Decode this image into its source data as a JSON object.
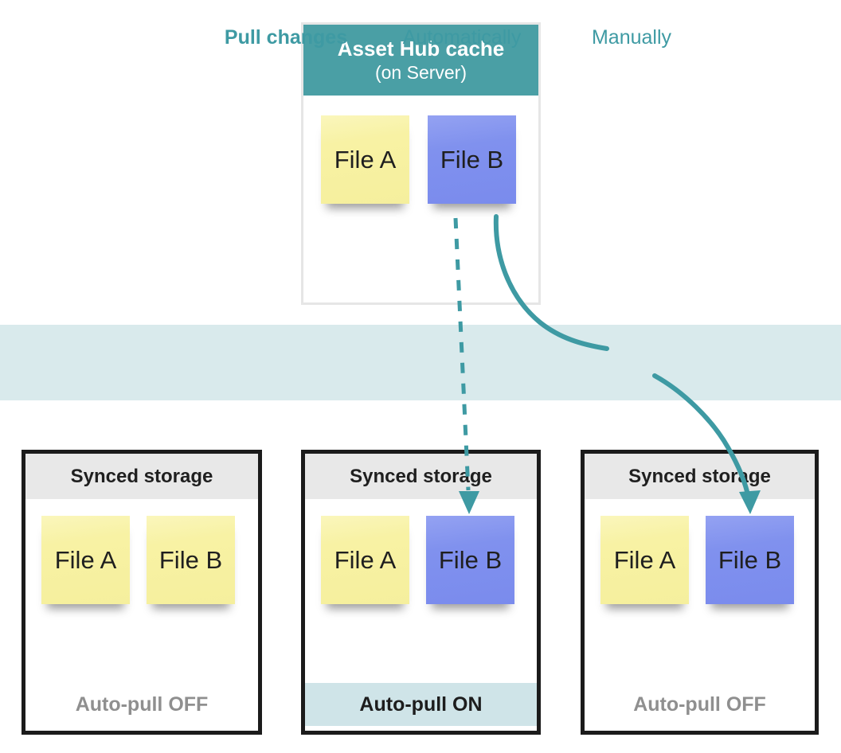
{
  "colors": {
    "teal_header": "#4A9FA5",
    "teal_text_and_arrows": "#3E9AA3",
    "band_background": "#D9EAEC",
    "yellow_note": "#F8F2A4",
    "blue_note": "#7F90EE",
    "storage_header_background": "#E8E8E8",
    "storage_border": "#1B1B1B",
    "off_text": "#8F8F8F",
    "on_band_background": "#CFE4E8"
  },
  "cache_box": {
    "title": "Asset Hub cache",
    "subtitle": "(on Server)",
    "files": [
      {
        "label": "File A",
        "color": "yellow"
      },
      {
        "label": "File B",
        "color": "blue"
      }
    ]
  },
  "band": {
    "label": "Pull changes",
    "options": [
      {
        "label": "Automatically"
      },
      {
        "label": "Manually"
      }
    ]
  },
  "arrows": {
    "automatic": {
      "style": "dashed",
      "color": "#3E9AA3"
    },
    "manual": {
      "style": "solid",
      "color": "#3E9AA3"
    }
  },
  "storage_boxes": [
    {
      "title": "Synced storage",
      "files": [
        {
          "label": "File A",
          "color": "yellow"
        },
        {
          "label": "File B",
          "color": "yellow"
        }
      ],
      "footer": "Auto-pull OFF",
      "footer_state": "off"
    },
    {
      "title": "Synced storage",
      "files": [
        {
          "label": "File A",
          "color": "yellow"
        },
        {
          "label": "File B",
          "color": "blue"
        }
      ],
      "footer": "Auto-pull ON",
      "footer_state": "on"
    },
    {
      "title": "Synced storage",
      "files": [
        {
          "label": "File A",
          "color": "yellow"
        },
        {
          "label": "File B",
          "color": "blue"
        }
      ],
      "footer": "Auto-pull OFF",
      "footer_state": "off"
    }
  ]
}
